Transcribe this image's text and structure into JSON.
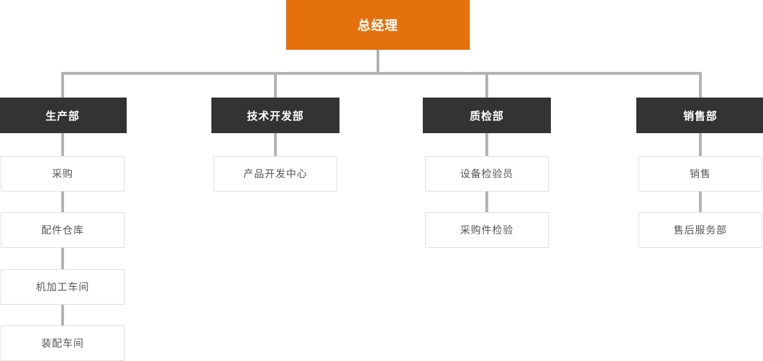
{
  "org_chart": {
    "root": {
      "label": "总经理"
    },
    "departments": [
      {
        "label": "生产部",
        "children": [
          {
            "label": "采购"
          },
          {
            "label": "配件仓库"
          },
          {
            "label": "机加工车间"
          },
          {
            "label": "装配车间"
          }
        ]
      },
      {
        "label": "技术开发部",
        "children": [
          {
            "label": "产品开发中心"
          }
        ]
      },
      {
        "label": "质检部",
        "children": [
          {
            "label": "设备检验员"
          },
          {
            "label": "采购件检验"
          }
        ]
      },
      {
        "label": "销售部",
        "children": [
          {
            "label": "销售"
          },
          {
            "label": "售后服务部"
          }
        ]
      }
    ],
    "colors": {
      "root_background": "#E4710E",
      "department_background": "#333333",
      "child_background": "#FFFFFF",
      "child_border": "#E1E1E1",
      "connector": "#B3B3B3",
      "root_text": "#FFFFFF",
      "department_text": "#FFFFFF",
      "child_text": "#555555"
    }
  }
}
